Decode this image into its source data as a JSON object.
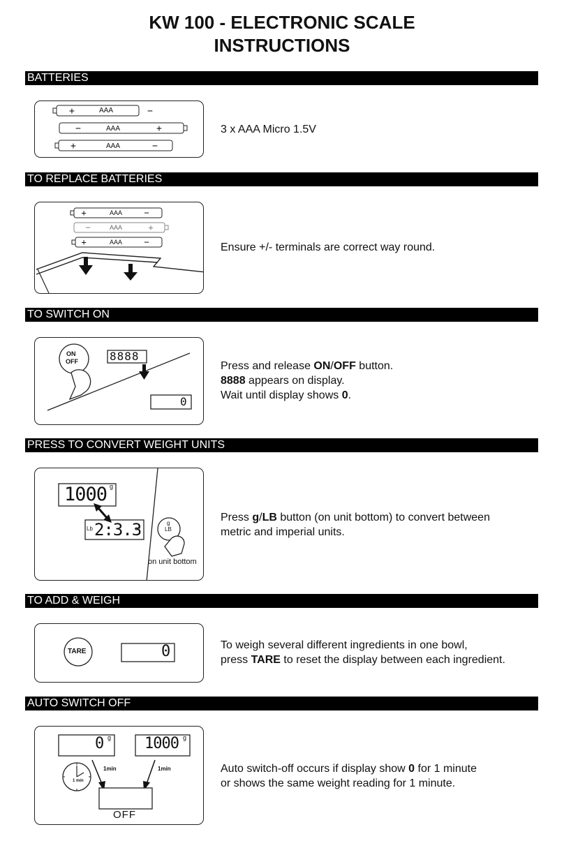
{
  "title": {
    "line1": "KW 100 - ELECTRONIC SCALE",
    "line2": "INSTRUCTIONS"
  },
  "sections": {
    "batteries": {
      "heading": "BATTERIES",
      "battery_label": "AAA",
      "text": "3 x AAA Micro 1.5V"
    },
    "replace": {
      "heading": "TO REPLACE BATTERIES",
      "battery_label": "AAA",
      "text": "Ensure +/- terminals are correct way round."
    },
    "switch_on": {
      "heading": "TO SWITCH ON",
      "button_line1": "ON",
      "button_line2": "OFF",
      "display_test": "8888",
      "display_zero": "0",
      "l1_pre": "Press and release ",
      "l1_b1": "ON",
      "l1_sep": "/",
      "l1_b2": "OFF",
      "l1_post": " button.",
      "l2_b": "8888",
      "l2_post": " appears on display.",
      "l3_pre": "Wait until display shows ",
      "l3_b": "0",
      "l3_post": "."
    },
    "convert": {
      "heading": "PRESS TO CONVERT WEIGHT UNITS",
      "metric_value": "1000",
      "metric_unit": "g",
      "imperial_left_unit": "Lb",
      "imperial_value": "2:3.3",
      "imperial_right_unit": "oz",
      "button_line1": "g",
      "button_line2": "LB",
      "caption": "on unit bottom",
      "l1_pre": "Press ",
      "l1_b1": "g",
      "l1_sep": "/",
      "l1_b2": "LB",
      "l1_post": " button (on unit bottom) to convert between",
      "l2": "metric and imperial units."
    },
    "add_weigh": {
      "heading": "TO ADD & WEIGH",
      "button": "TARE",
      "display": "0",
      "l1": "To weigh several different ingredients in one bowl,",
      "l2_pre": "press ",
      "l2_b": "TARE",
      "l2_post": " to reset the display between each ingredient."
    },
    "auto_off": {
      "heading": "AUTO SWITCH OFF",
      "display_left": "0",
      "display_left_unit": "g",
      "display_right": "1000",
      "display_right_unit": "g",
      "left_arrow_label": "1min",
      "right_arrow_label": "1min",
      "clock_label": "1 min",
      "off_label": "OFF",
      "l1_pre": "Auto switch-off occurs if display show ",
      "l1_b": "0",
      "l1_post": " for 1 minute",
      "l2": "or shows the same weight reading for 1 minute."
    }
  }
}
